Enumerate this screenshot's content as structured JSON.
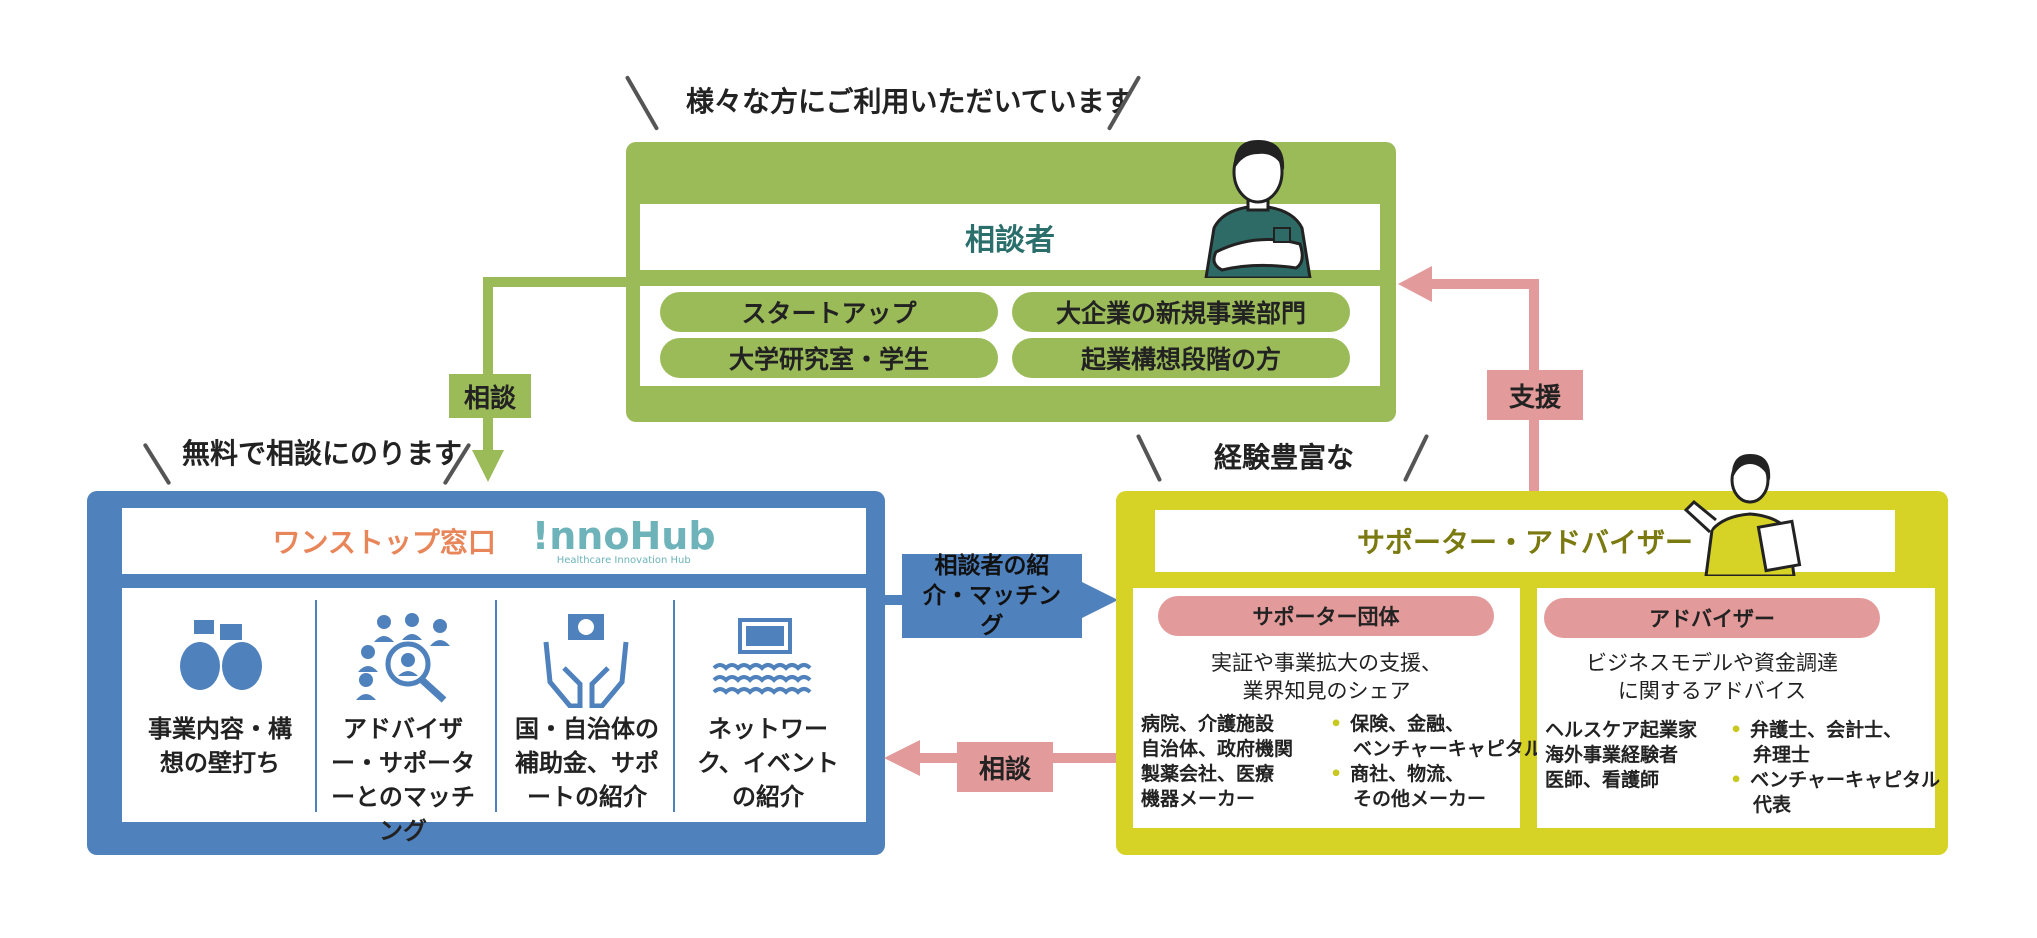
{
  "top_caption": "様々な方にご利用いただいています",
  "consultant": {
    "title": "相談者",
    "types": [
      "スタートアップ",
      "大企業の新規事業部門",
      "大学研究室・学生",
      "起業構想段階の方"
    ]
  },
  "arrows": {
    "consult_down": "相談",
    "support_up": "支援",
    "intro_matching": "相談者の紹介・マッチング",
    "consult_back": "相談"
  },
  "free_caption": "無料で相談にのります",
  "onestop": {
    "title": "ワンストップ窓口",
    "logo": "!nnoHub",
    "logo_sub": "Healthcare Innovation Hub",
    "services": [
      {
        "icon": "discussion-icon",
        "label": "事業内容・構想の壁打ち"
      },
      {
        "icon": "people-search-icon",
        "label": "アドバイザー・サポーターとのマッチング"
      },
      {
        "icon": "subsidy-hands-icon",
        "label": "国・自治体の補助金、サポートの紹介"
      },
      {
        "icon": "event-audience-icon",
        "label": "ネットワーク、イベントの紹介"
      }
    ]
  },
  "experienced_caption": "経験豊富な",
  "supporter": {
    "title": "サポーター・アドバイザー",
    "groups": {
      "title": "サポーター団体",
      "desc1": "実証や事業拡大の支援、",
      "desc2": "業界知見のシェア",
      "left": [
        "病院、介護施設",
        "自治体、政府機関",
        "製薬会社、医療",
        "機器メーカー"
      ],
      "right": [
        "保険、金融、",
        "ベンチャーキャピタル",
        "商社、物流、",
        "その他メーカー"
      ]
    },
    "advisors": {
      "title": "アドバイザー",
      "desc1": "ビジネスモデルや資金調達",
      "desc2": "に関するアドバイス",
      "left": [
        "ヘルスケア起業家",
        "海外事業経験者",
        "医師、看護師"
      ],
      "right": [
        "弁護士、会計士、",
        "弁理士",
        "ベンチャーキャピタル",
        "代表"
      ]
    }
  },
  "colors": {
    "green": "#9bbb59",
    "blue": "#4f81bd",
    "yellow": "#d6d326",
    "pink": "#e39a9a",
    "teal_text": "#2a6f6b",
    "orange_text": "#e8865a"
  }
}
